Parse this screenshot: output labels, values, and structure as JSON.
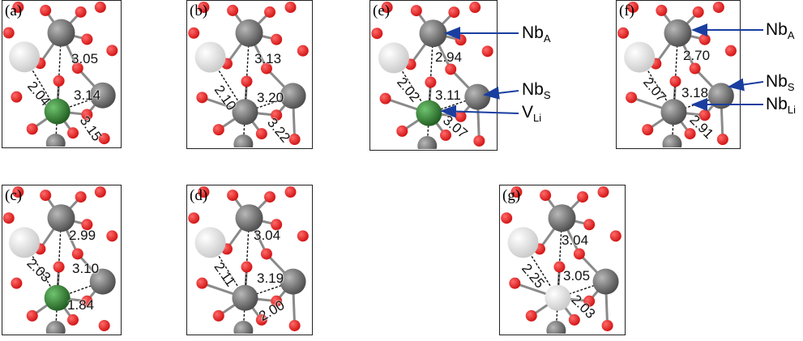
{
  "panels": [
    {
      "label": "(a)",
      "vertical": "3.05",
      "d1": "2.04",
      "d2": "3.14",
      "d3": "3.15",
      "center": "green"
    },
    {
      "label": "(b)",
      "vertical": "3.13",
      "d1": "2.10",
      "d2": "3.20",
      "d3": "3.22",
      "center": "gray"
    },
    {
      "label": "(c)",
      "vertical": "2.99",
      "d1": "2.03",
      "d2": "3.10",
      "d3": "1.84",
      "center": "green"
    },
    {
      "label": "(d)",
      "vertical": "3.04",
      "d1": "2.11",
      "d2": "3.19",
      "d3": "2.00",
      "center": "gray"
    },
    {
      "label": "(e)",
      "vertical": "2.94",
      "d1": "2.02",
      "d2": "3.11",
      "d3": "3.07",
      "center": "green"
    },
    {
      "label": "(f)",
      "vertical": "2.70",
      "d1": "2.07",
      "d2": "3.18",
      "d3": "2.91",
      "center": "gray"
    },
    {
      "label": "(g)",
      "vertical": "3.04",
      "d1": "2.25",
      "d2": "3.05",
      "d3": "2.03",
      "center": "white"
    }
  ],
  "annotations": {
    "nb_a": {
      "main": "Nb",
      "sub": "A"
    },
    "nb_s": {
      "main": "Nb",
      "sub": "S"
    },
    "v_li": {
      "main": "V",
      "sub": "Li"
    },
    "nb_li": {
      "main": "Nb",
      "sub": "Li"
    }
  },
  "colors": {
    "oxygen": "#d01010",
    "niobium": "#6e6e6e",
    "lithium": "#f0f0f0",
    "vacancy": "#2f7a2f",
    "arrow": "#1a3ea0"
  },
  "icons": [
    "oxygen-atom",
    "niobium-atom",
    "lithium-atom",
    "vacancy-atom"
  ]
}
